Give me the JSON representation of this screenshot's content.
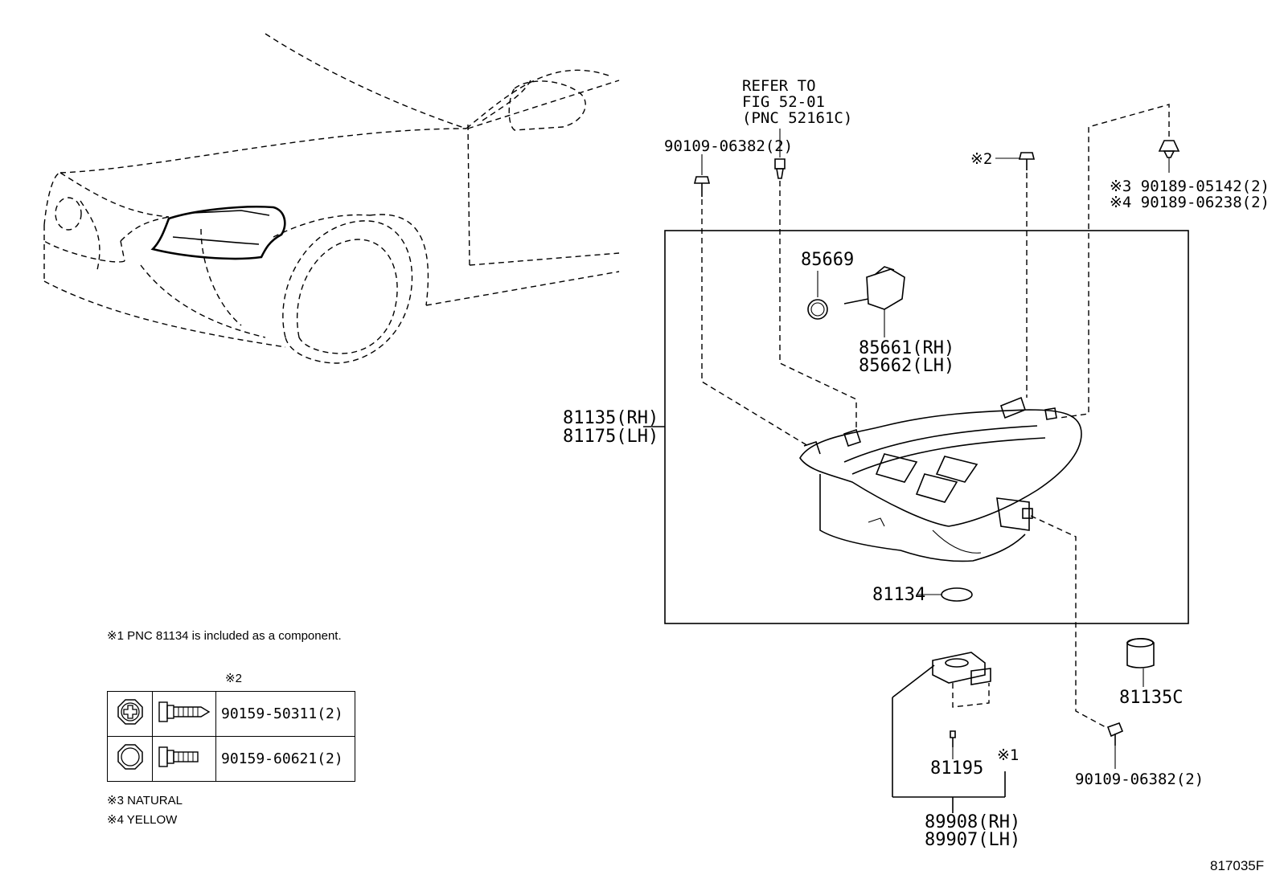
{
  "refer": {
    "line1": "REFER TO",
    "line2": "FIG 52-01",
    "line3": "(PNC 52161C)"
  },
  "parts": {
    "bolt_top_left": "90109-06382(2)",
    "note2_mark": "※2",
    "clip3": "※3 90189-05142(2)",
    "clip4": "※4 90189-06238(2)",
    "p85669": "85669",
    "p85661": "85661(RH)",
    "p85662": "85662(LH)",
    "p81135": "81135(RH)",
    "p81175": "81175(LH)",
    "p81134": "81134",
    "p81135c": "81135C",
    "bolt_bottom_right": "90109-06382(2)",
    "p81195": "81195",
    "note1_mark": "※1",
    "p89908": "89908(RH)",
    "p89907": "89907(LH)"
  },
  "notes": {
    "note1": "※1 PNC 81134 is included as a component.",
    "table_header": "※2",
    "note3": "※3 NATURAL",
    "note4": "※4 YELLOW"
  },
  "bolt_table": [
    {
      "part": "90159-50311(2)",
      "head": "cross-recess-head-icon",
      "body": "tapered-screw-icon"
    },
    {
      "part": "90159-60621(2)",
      "head": "hex-head-icon",
      "body": "flange-bolt-icon"
    }
  ],
  "figure_code": "817035F"
}
